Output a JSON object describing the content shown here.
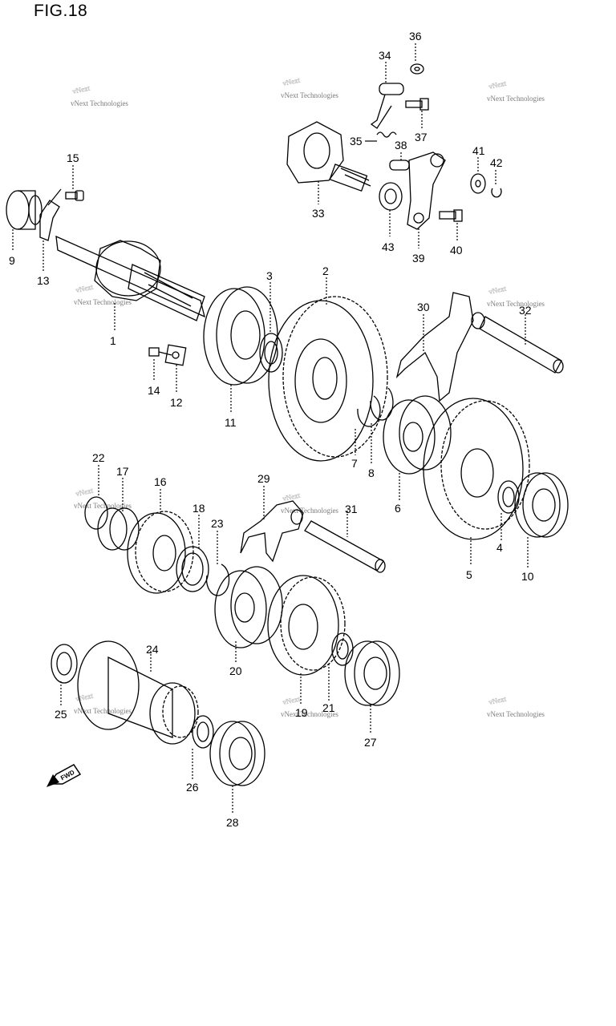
{
  "figure": {
    "title": "FIG.18",
    "watermark": "vNext Technologies",
    "fwd_label": "FWD"
  },
  "parts": [
    "1",
    "2",
    "3",
    "4",
    "5",
    "6",
    "7",
    "8",
    "9",
    "10",
    "11",
    "12",
    "13",
    "14",
    "15",
    "16",
    "17",
    "18",
    "19",
    "20",
    "21",
    "22",
    "23",
    "24",
    "25",
    "26",
    "27",
    "28",
    "29",
    "30",
    "31",
    "32",
    "33",
    "34",
    "35",
    "36",
    "37",
    "38",
    "39",
    "40",
    "41",
    "42",
    "43"
  ]
}
